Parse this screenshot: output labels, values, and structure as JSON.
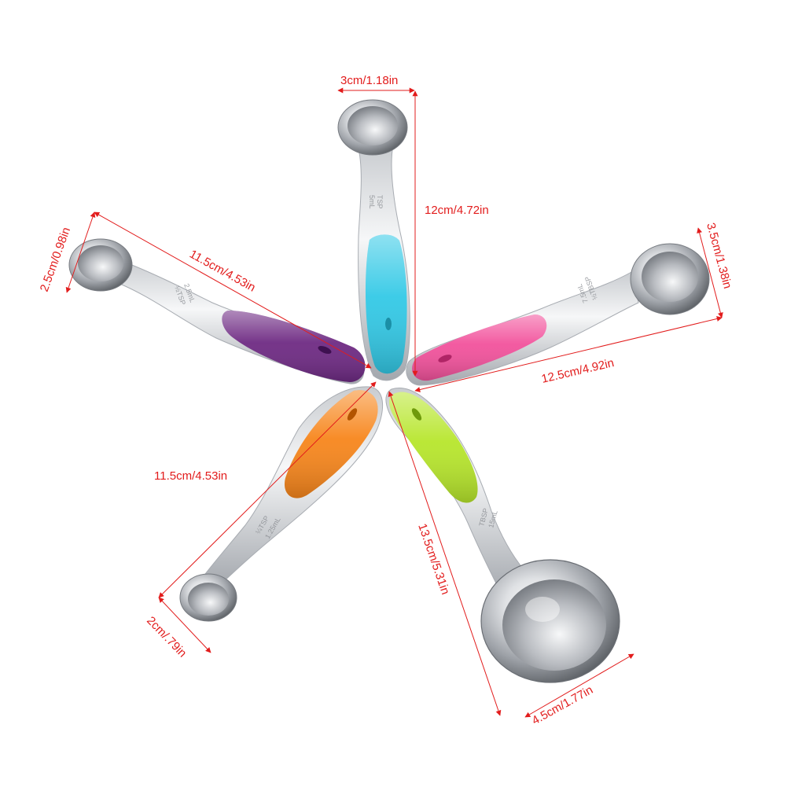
{
  "colors": {
    "dimension": "#e21c1c",
    "steel_light": "#f3f4f6",
    "steel_dark": "#9ea2a8",
    "handle_cyan": "#33c9e6",
    "handle_pink": "#f2529c",
    "handle_purple": "#6e2a83",
    "handle_orange": "#f7861c",
    "handle_green": "#b7e62c"
  },
  "spoons": [
    {
      "id": "top",
      "handle_color": "cyan",
      "engraving": [
        "TSP",
        "5mL"
      ],
      "length_label": "12cm/4.72in",
      "bowl_label": "3cm/1.18in"
    },
    {
      "id": "right",
      "handle_color": "pink",
      "engraving": [
        "½TBSP",
        "7.5mL"
      ],
      "length_label": "12.5cm/4.92in",
      "bowl_label": "3.5cm/1.38in"
    },
    {
      "id": "left",
      "handle_color": "purple",
      "engraving": [
        "½TSP",
        "2.5mL"
      ],
      "length_label": "11.5cm/4.53in",
      "bowl_label": "2.5cm/0.98in"
    },
    {
      "id": "bottom-left",
      "handle_color": "orange",
      "engraving": [
        "¼TSP",
        "1.25mL"
      ],
      "length_label": "11.5cm/4.53in",
      "bowl_label": "2cm/.79in"
    },
    {
      "id": "bottom-right",
      "handle_color": "green",
      "engraving": [
        "TBSP",
        "15mL"
      ],
      "length_label": "13.5cm/5.31in",
      "bowl_label": "4.5cm/1.77in"
    }
  ]
}
